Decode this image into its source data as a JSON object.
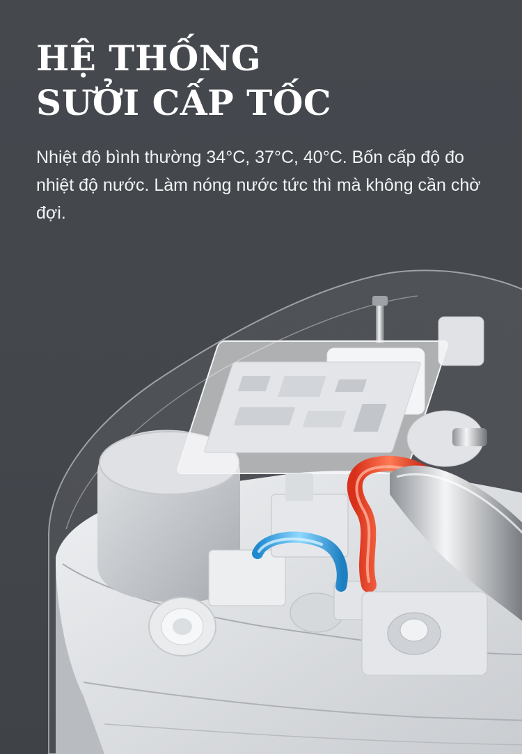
{
  "heading": {
    "line1": "HỆ THỐNG",
    "line2": "SƯỞI CẤP TỐC"
  },
  "description": "Nhiệt độ bình thường 34°C, 37°C, 40°C. Bốn cấp độ đo nhiệt độ nước. Làm nóng nước tức thì mà không cần chờ đợi.",
  "colors": {
    "background": "#44484d",
    "cold_pipe": "#3aa8e8",
    "hot_pipe": "#f04a2a"
  }
}
